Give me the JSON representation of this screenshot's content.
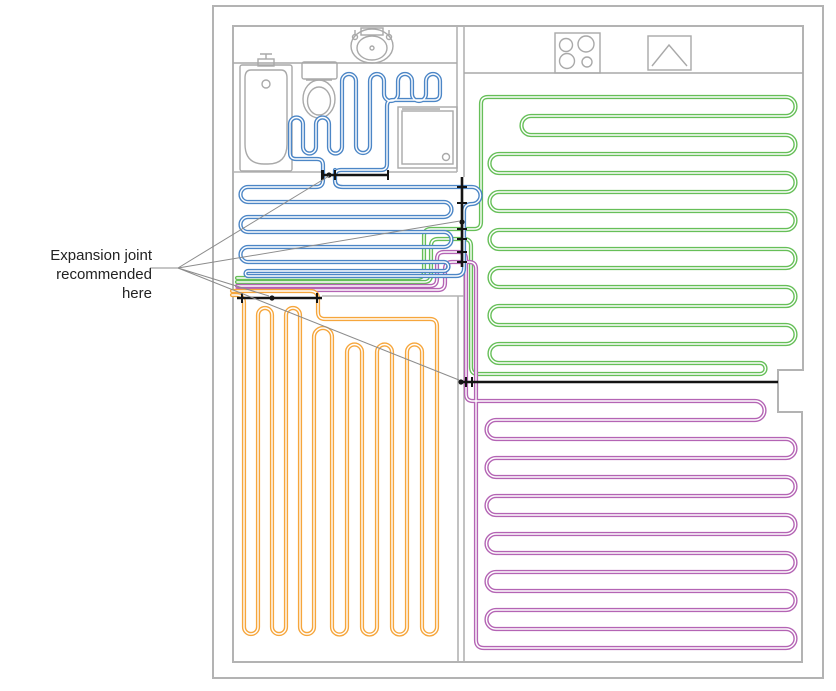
{
  "annotation": {
    "line1": "Expansion joint",
    "line2": "recommended",
    "line3": "here"
  },
  "colors": {
    "pipe_blue": "#4c86c6",
    "pipe_green": "#66bf58",
    "pipe_orange": "#f6a63c",
    "pipe_purple": "#b464b4",
    "wall": "#b3b3b3",
    "fixture": "#a9a9a9",
    "joint": "#141414",
    "leader": "#8c8c8c",
    "background": "#ffffff"
  }
}
